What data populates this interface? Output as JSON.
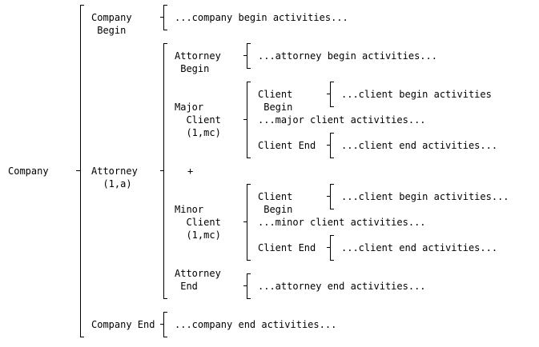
{
  "diagram": {
    "root": "Company",
    "company_begin": {
      "label": [
        "Company",
        " Begin"
      ],
      "activity": "...company begin activities..."
    },
    "attorney": {
      "label": [
        "Attorney",
        "  (1,a)"
      ]
    },
    "attorney_begin": {
      "label": [
        "Attorney",
        " Begin"
      ],
      "activity": "...attorney begin activities..."
    },
    "major_client": {
      "label": [
        "Major",
        "  Client",
        "  (1,mc)"
      ],
      "client_begin": {
        "label": [
          "Client",
          " Begin"
        ],
        "activity": "...client begin activities"
      },
      "body": "...major client activities...",
      "client_end": {
        "label": "Client End",
        "activity": "...client end activities..."
      }
    },
    "plus": "+",
    "minor_client": {
      "label": [
        "Minor",
        "  Client",
        "  (1,mc)"
      ],
      "client_begin": {
        "label": [
          "Client",
          " Begin"
        ],
        "activity": "...client begin activities..."
      },
      "body": "...minor client activities...",
      "client_end": {
        "label": "Client End",
        "activity": "...client end activities..."
      }
    },
    "attorney_end": {
      "label": [
        "Attorney",
        " End"
      ],
      "activity": "...attorney end activities..."
    },
    "company_end": {
      "label": "Company End",
      "activity": "...company end activities..."
    }
  }
}
